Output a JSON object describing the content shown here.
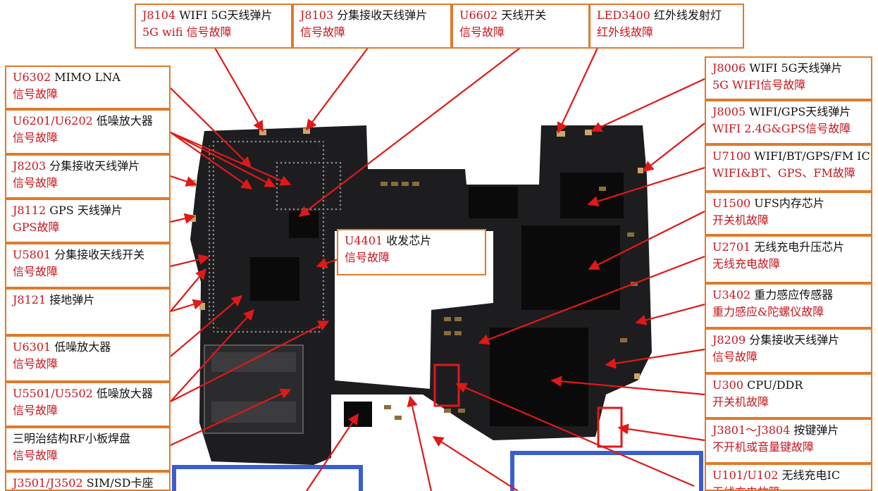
{
  "colors": {
    "code": "#c8161d",
    "fault": "#c8161d",
    "border": "#e07a2a",
    "arrow": "#e01818",
    "board": "#1d1d1f",
    "highlight_box": "#3a5fcd"
  },
  "labels": [
    {
      "id": "j8104",
      "code": "J8104",
      "name": " WIFI 5G天线弹片",
      "fault": "5G wifi 信号故障"
    },
    {
      "id": "j8103",
      "code": "J8103",
      "name": " 分集接收天线弹片",
      "fault": "信号故障"
    },
    {
      "id": "u6602",
      "code": "U6602",
      "name": " 天线开关",
      "fault": "信号故障"
    },
    {
      "id": "led3400",
      "code": "LED3400",
      "name": " 红外线发射灯",
      "fault": "红外线故障"
    },
    {
      "id": "u6302",
      "code": "U6302",
      "name": " MIMO LNA",
      "fault": "信号故障"
    },
    {
      "id": "u6201",
      "code": "U6201/U6202",
      "name": " 低噪放大器",
      "fault": "信号故障"
    },
    {
      "id": "j8203",
      "code": "J8203",
      "name": " 分集接收天线弹片",
      "fault": "信号故障"
    },
    {
      "id": "j8112",
      "code": "J8112",
      "name": " GPS 天线弹片",
      "fault": "GPS故障"
    },
    {
      "id": "u5801",
      "code": "U5801",
      "name": " 分集接收天线开关",
      "fault": "信号故障"
    },
    {
      "id": "j8121",
      "code": "J8121",
      "name": " 接地弹片",
      "fault": ""
    },
    {
      "id": "u6301",
      "code": "U6301",
      "name": " 低噪放大器",
      "fault": "信号故障"
    },
    {
      "id": "u5501",
      "code": "U5501/U5502",
      "name": " 低噪放大器",
      "fault": "信号故障"
    },
    {
      "id": "rfpad",
      "code": "",
      "name": "三明治结构RF小板焊盘",
      "fault": "信号故障"
    },
    {
      "id": "j3501",
      "code": "J3501/J3502",
      "name": " SIM/SD卡座",
      "fault": ""
    },
    {
      "id": "u4401",
      "code": "U4401",
      "name": " 收发芯片",
      "fault": "信号故障"
    },
    {
      "id": "j8006",
      "code": "J8006",
      "name": " WIFI 5G天线弹片",
      "fault": "5G WIFI信号故障"
    },
    {
      "id": "j8005",
      "code": "J8005",
      "name": " WIFI/GPS天线弹片",
      "fault": "WIFI 2.4G&GPS信号故障"
    },
    {
      "id": "u7100",
      "code": "U7100",
      "name": " WIFI/BT/GPS/FM IC",
      "fault": "WIFI&BT、GPS、FM故障"
    },
    {
      "id": "u1500",
      "code": "U1500",
      "name": " UFS内存芯片",
      "fault": "开关机故障"
    },
    {
      "id": "u2701",
      "code": "U2701",
      "name": " 无线充电升压芯片",
      "fault": "无线充电故障"
    },
    {
      "id": "u3402",
      "code": "U3402",
      "name": " 重力感应传感器",
      "fault": "重力感应&陀螺仪故障"
    },
    {
      "id": "j8209",
      "code": "J8209",
      "name": " 分集接收天线弹片",
      "fault": "信号故障"
    },
    {
      "id": "u300",
      "code": "U300",
      "name": " CPU/DDR",
      "fault": "开关机故障"
    },
    {
      "id": "j3801",
      "code": "J3801～J3804",
      "name": " 按键弹片",
      "fault": "不开机或音量键故障"
    },
    {
      "id": "u101",
      "code": "U101/U102",
      "name": " 无线充电IC",
      "fault": "无线充电故障"
    }
  ]
}
